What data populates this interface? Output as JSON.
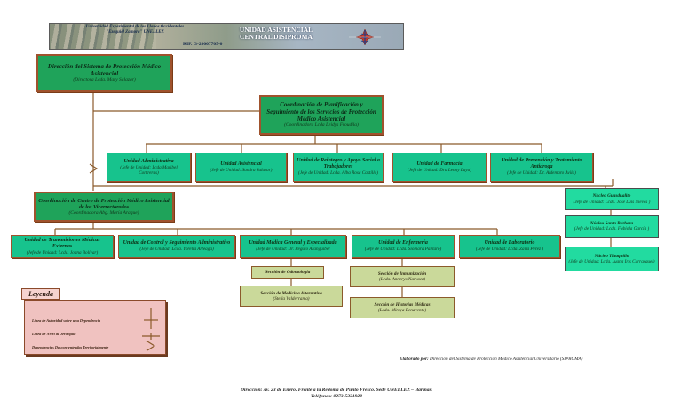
{
  "banner": {
    "university": "Universidad Experimental de los Llanos Occidentales \"Ezequiel Zamora\" UNELLEZ",
    "rif": "RIF. G-20007705-0",
    "unit_name": "UNIDAD ASISTENCIAL CENTRAL DISIPROMA",
    "logo_icon": "caduceus-star-icon"
  },
  "direction": {
    "title": "Dirección del Sistema de Protección Médico Asistencial",
    "subtitle": "(Directora Lcda. Mary Salazar)"
  },
  "coordination": {
    "title": "Coordinación de Planificación y Seguimiento de los Servicios de Protección Médico Asistencial",
    "subtitle": "(Coordinadora Lcda Leidys Froudila)"
  },
  "units": [
    {
      "title": "Unidad Administrativa",
      "subtitle": "(Jefe de Unidad: Lcda Maribel Contreras)"
    },
    {
      "title": "Unidad Asistencial",
      "subtitle": "(Jefe de Unidad: Sandra Salazar)"
    },
    {
      "title": "Unidad de Reintegro y Apoyo Social a Trabajadores",
      "subtitle": "(Jefe de Unidad: Lcda. Alba Rosa Castillo)"
    },
    {
      "title": "Unidad de Farmacia",
      "subtitle": "(Jefe de Unidad: Dra Lenny Laya)"
    },
    {
      "title": "Unidad de Prevención y Tratamiento Antidroga",
      "subtitle": "(Jefe de Unidad: Dr. Aldemaro Avila)"
    }
  ],
  "nuclei": [
    {
      "title": "Núcleo Guasdualito",
      "subtitle": "(Jefe de Unidad: Lcdo. José Luis Nieves )"
    },
    {
      "title": "Núcleo Santa Bárbara",
      "subtitle": "(Jefe de Unidad: Lcda. Fabiola García )"
    },
    {
      "title": "Núcleo Tinaquillo",
      "subtitle": "(Jefe de Unidad: Lcda. Juana Iris Carrasquel)"
    }
  ],
  "center": {
    "title": "Coordinación de Centro de Protección Médico Asistencial de los Vicerrectorados",
    "subtitle": "(Coordinadora Abg. María Araque)"
  },
  "center_units": [
    {
      "title": "Unidad de Transmisiones Médicas Externas",
      "subtitle": "(Jefe de Unidad: Lcda. Joana Bolívar)"
    },
    {
      "title": "Unidad de Control y Seguimiento Administrativo",
      "subtitle": "(Jefe de Unidad: Lcda. Yorelia Arteaga)"
    },
    {
      "title": "Unidad Médica General y Especializada",
      "subtitle": "(Jefe de Unidad: Dr. Régulo Aranguibel"
    },
    {
      "title": "Unidad de Enfermería",
      "subtitle": "(Jefe de Unidad: Lcda. Siomara Pantaro)"
    },
    {
      "title": "Unidad de Laboratorio",
      "subtitle": "(Jefe de Unidad: Lcda. Zaila Pérez )"
    }
  ],
  "sections_medical": [
    {
      "title": "Sección de Odontología",
      "subtitle": ""
    },
    {
      "title": "Sección de Medicina Alternativa",
      "subtitle": "(Stella Valderrama)"
    }
  ],
  "sections_nursing": [
    {
      "title": "Sección de Inmunización",
      "subtitle": "(Lcda. Annerys Narvaez)"
    },
    {
      "title": "Sección de Historias Médicas",
      "subtitle": "(Lcda. Mireya Benavente)"
    }
  ],
  "legend": {
    "title": "Leyenda",
    "items": [
      "Línea de Autoridad sobre una Dependencia",
      "Línea de Nivel de Jerarquía",
      "Dependencias Desconcentradas Territorialmente"
    ]
  },
  "elaborado": {
    "label": "Elaborado por:",
    "text": "Dirección del Sistema de Protección Médico Asistencial Universitario (SIPROMA)"
  },
  "footer": {
    "address": "Dirección: Av. 23 de Enero. Frente a la Redoma de Punto Fresco. Sede UNELLEZ – Barinas.",
    "phone": "Teléfonos: 0273-5331920"
  },
  "colors": {
    "green_dark": "#1fa35a",
    "green_mid": "#17c38d",
    "teal": "#22dba0",
    "olive": "#cad99a",
    "border_brown": "#a0522d",
    "legend_pink": "#f0c2c0"
  }
}
